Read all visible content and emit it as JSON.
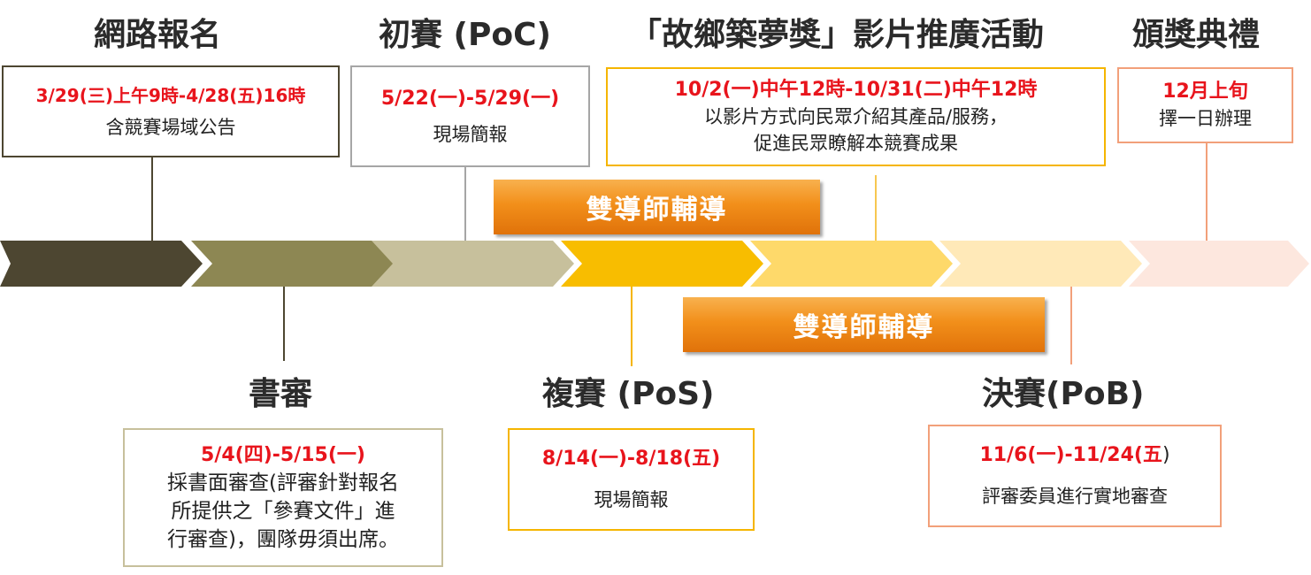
{
  "colors": {
    "chevrons": [
      "#4d4631",
      "#8d8753",
      "#c7c09c",
      "#f8bd00",
      "#fed96a",
      "#ffe9b8",
      "#fde7de"
    ],
    "brown_dark": "#4d4631",
    "olive": "#8d8753",
    "gray": "#a6a6a6",
    "orange_box": "#f5b500",
    "light_yellow_box": "#f7c750",
    "salmon": "#f2a07a",
    "date_red": "#e8141c",
    "mentor_orange": "#f28f1a"
  },
  "stages": {
    "online_signup": {
      "title": "網路報名",
      "date": "3/29(三)上午9時-4/28(五)16時",
      "desc": "含競賽場域公告"
    },
    "preliminary": {
      "title": "初賽 (PoC)",
      "date": "5/22(一)-5/29(一)",
      "desc": "現場簡報"
    },
    "video_promo": {
      "title": "「故鄉築夢獎」影片推廣活動",
      "date": "10/2(一)中午12時-10/31(二)中午12時",
      "desc_line1": "以影片方式向民眾介紹其產品/服務，",
      "desc_line2": "促進民眾瞭解本競賽成果"
    },
    "award_ceremony": {
      "title": "頒獎典禮",
      "date": "12月上旬",
      "desc": "擇一日辦理"
    },
    "document_review": {
      "title": "書審",
      "date": "5/4(四)-5/15(一)",
      "desc_line1": "採書面審查(評審針對報名",
      "desc_line2": "所提供之「參賽文件」進",
      "desc_line3": "行審查)，團隊毋須出席。"
    },
    "semifinal": {
      "title": "複賽 (PoS)",
      "date": "8/14(一)-8/18(五)",
      "desc": "現場簡報"
    },
    "final": {
      "title": "決賽(PoB)",
      "date": "11/6(一)-11/24(五",
      "date_tail": ")",
      "desc": "評審委員進行實地審查"
    }
  },
  "mentoring": {
    "upper_label": "雙導師輔導",
    "lower_label": "雙導師輔導"
  }
}
